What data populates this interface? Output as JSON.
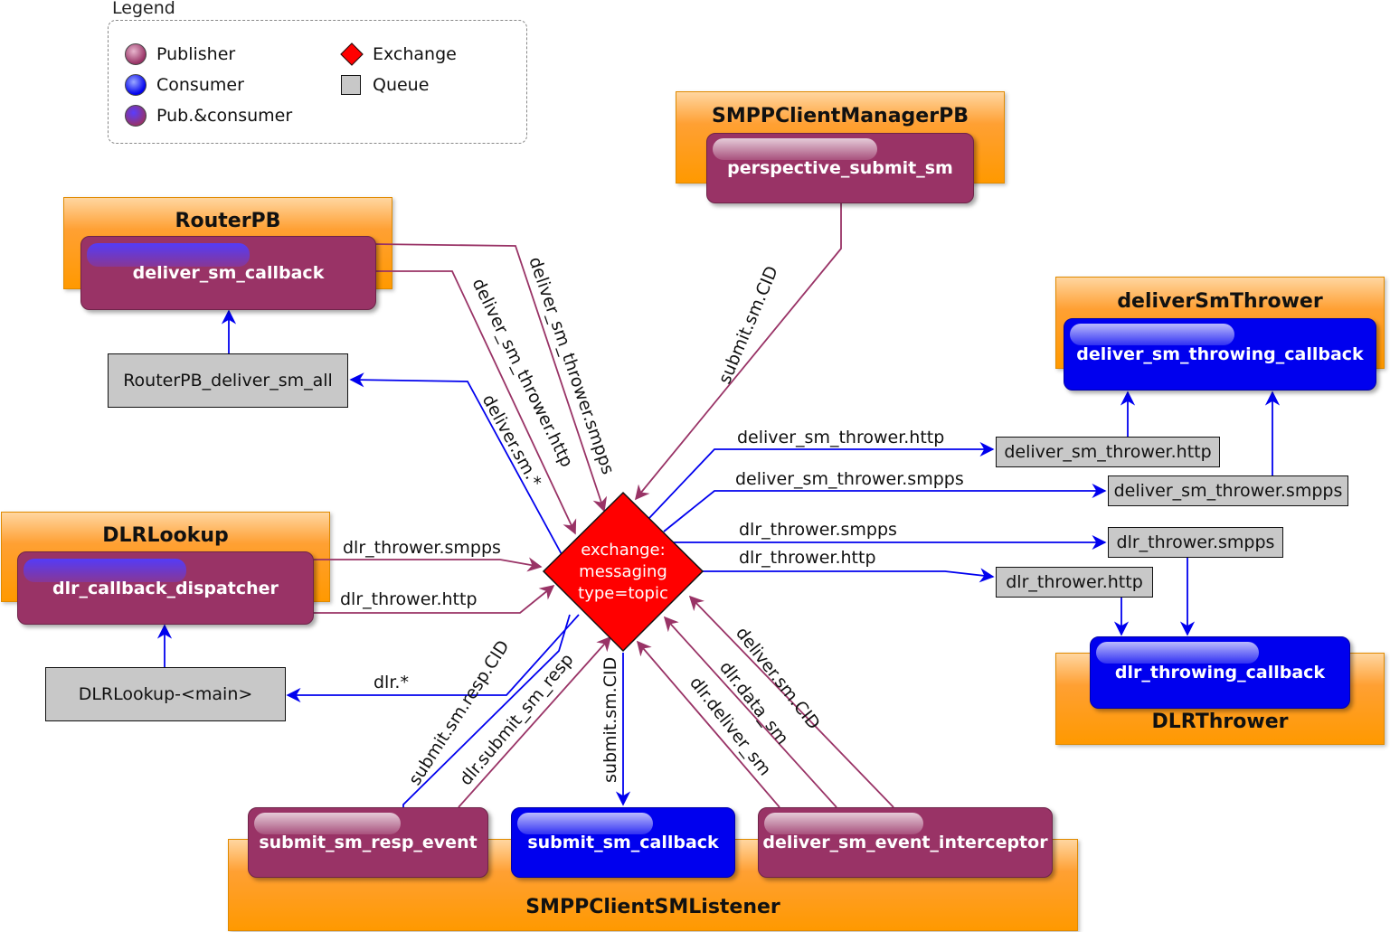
{
  "legend": {
    "title": "Legend",
    "items": [
      {
        "label": "Publisher",
        "shape": "circle",
        "color": "#993366"
      },
      {
        "label": "Consumer",
        "shape": "circle",
        "color": "#0000ee"
      },
      {
        "label": "Pub.&consumer",
        "shape": "circle",
        "color": "#7a2a80"
      },
      {
        "label": "Exchange",
        "shape": "diamond",
        "color": "#ff0000"
      },
      {
        "label": "Queue",
        "shape": "square",
        "color": "#c8c8c8"
      }
    ]
  },
  "groups": {
    "smpp_client_manager_pb": "SMPPClientManagerPB",
    "router_pb": "RouterPB",
    "dlr_lookup": "DLRLookup",
    "deliver_sm_thrower": "deliverSmThrower",
    "dlr_thrower": "DLRThrower",
    "smpp_client_sm_listener": "SMPPClientSMListener"
  },
  "components": {
    "perspective_submit_sm": "perspective_submit_sm",
    "deliver_sm_callback": "deliver_sm_callback",
    "dlr_callback_dispatcher": "dlr_callback_dispatcher",
    "deliver_sm_throwing_callback": "deliver_sm_throwing_callback",
    "dlr_throwing_callback": "dlr_throwing_callback",
    "submit_sm_resp_event": "submit_sm_resp_event",
    "submit_sm_callback": "submit_sm_callback",
    "deliver_sm_event_interceptor": "deliver_sm_event_interceptor"
  },
  "queues": {
    "router_pb_deliver_sm_all": "RouterPB_deliver_sm_all",
    "dlr_lookup_main": "DLRLookup-<main>",
    "deliver_sm_thrower_http": "deliver_sm_thrower.http",
    "deliver_sm_thrower_smpps": "deliver_sm_thrower.smpps",
    "dlr_thrower_smpps": "dlr_thrower.smpps",
    "dlr_thrower_http": "dlr_thrower.http"
  },
  "exchange": {
    "line1": "exchange:",
    "line2": "messaging",
    "line3": "type=topic"
  },
  "edge_labels": {
    "submit_sm_cid_top": "submit.sm.CID",
    "deliver_sm_thrower_smpps_diag": "deliver_sm_thrower.smpps",
    "deliver_sm_thrower_http_diag": "deliver_sm_thrower.http",
    "deliver_sm_star": "deliver.sm.*",
    "dlr_thrower_smpps_left": "dlr_thrower.smpps",
    "dlr_thrower_http_left": "dlr_thrower.http",
    "dlr_star": "dlr.*",
    "deliver_sm_thrower_http_right": "deliver_sm_thrower.http",
    "deliver_sm_thrower_smpps_right": "deliver_sm_thrower.smpps",
    "dlr_thrower_smpps_right": "dlr_thrower.smpps",
    "dlr_thrower_http_right": "dlr_thrower.http",
    "submit_sm_resp_cid": "submit.sm.resp.CID",
    "dlr_submit_sm_resp": "dlr.submit_sm_resp",
    "submit_sm_cid_bottom": "submit.sm.CID",
    "dlr_deliver_sm": "dlr.deliver_sm",
    "dlr_data_sm": "dlr.data_sm",
    "deliver_sm_cid": "deliver.sm.CID"
  },
  "colors": {
    "publisher": "#993366",
    "consumer": "#0000ee",
    "group": "#ff9900",
    "exchange": "#ff0000",
    "queue": "#c8c8c8"
  }
}
